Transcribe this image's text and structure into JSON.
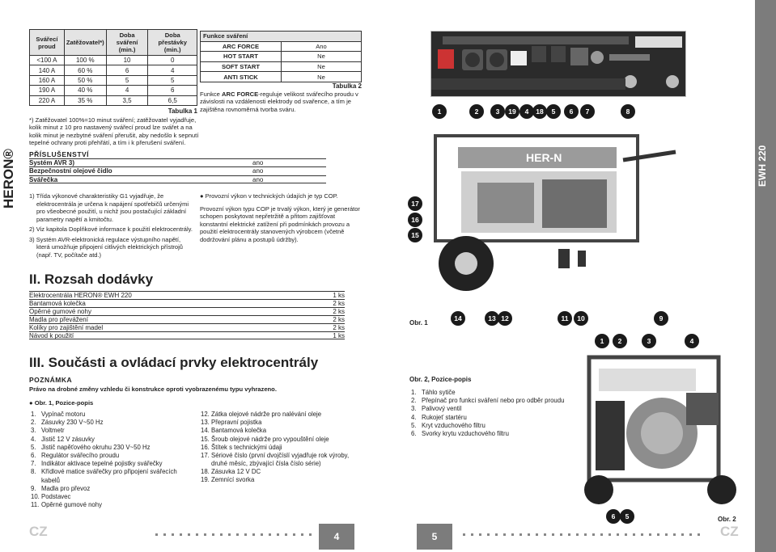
{
  "brand": "HERON®",
  "model": "EWH 220",
  "weld_table": {
    "headers": [
      "Svářecí proud",
      "Zatěžovatel*)",
      "Doba sváření (min.)",
      "Doba přestávky (min.)"
    ],
    "rows": [
      [
        "<100 A",
        "100 %",
        "10",
        "0"
      ],
      [
        "140 A",
        "60 %",
        "6",
        "4"
      ],
      [
        "160 A",
        "50 %",
        "5",
        "5"
      ],
      [
        "190 A",
        "40 %",
        "4",
        "6"
      ],
      [
        "220 A",
        "35 %",
        "3,5",
        "6,5"
      ]
    ],
    "caption": "Tabulka 1",
    "note": "*) Zatěžovatel 100%=10 minut sváření; zatěžovatel vyjadřuje, kolik minut z 10 pro nastavený svářecí proud lze svářet a na kolik minut je nezbytné sváření přerušit, aby nedošlo k sepnutí tepelné ochrany proti přehřátí, a tím i k přerušení sváření."
  },
  "func_table": {
    "header": "Funkce sváření",
    "rows": [
      [
        "ARC FORCE",
        "Ano"
      ],
      [
        "HOT START",
        "Ne"
      ],
      [
        "SOFT START",
        "Ne"
      ],
      [
        "ANTI STICK",
        "Ne"
      ]
    ],
    "caption": "Tabulka 2",
    "note_prefix": "Funkce ",
    "note_bold": "ARC FORCE",
    "note_rest": "-reguluje velikost svářecího proudu v závislosti na vzdálenosti elektrody od svařence, a tím je zajištěna rovnoměrná tvorba sváru."
  },
  "accessories": {
    "title": "PŘÍSLUŠENSTVÍ",
    "rows": [
      [
        "Systém AVR 3)",
        "ano"
      ],
      [
        "Bezpečnostní olejové čidlo",
        "ano"
      ],
      [
        "Svářečka",
        "ano"
      ]
    ]
  },
  "footnotes": [
    "1) Třída výkonové charakteristiky G1 vyjadřuje, že elektrocentrála je určena k napájení spotřebičů určenými pro všeobecné použití, u nichž jsou postačující základní parametry napětí a kmitočtu.",
    "2) Viz kapitola Doplňkové informace k použití elektrocentrály.",
    "3) Systém AVR-elektronická regulace výstupního napětí, která umožňuje připojení citlivých elektrických přístrojů (např. TV, počítače atd.)"
  ],
  "cop": {
    "bullet": "Provozní výkon v technických údajích je typ COP.",
    "text": "Provozní výkon typu COP je trvalý výkon, který je generátor schopen poskytovat nepřetržitě a přitom zajišťovat konstantní elektrické zatížení při podmínkách provozu a použití elektrocentrály stanovených výrobcem (včetně dodržování plánu a postupů údržby)."
  },
  "section2": {
    "title": "II. Rozsah dodávky",
    "rows": [
      [
        "Elektrocentrála HERON® EWH 220",
        "1 ks"
      ],
      [
        "Bantamová kolečka",
        "2 ks"
      ],
      [
        "Opěrné gumové nohy",
        "2 ks"
      ],
      [
        "Madla pro převážení",
        "2 ks"
      ],
      [
        "Kolíky pro zajištění madel",
        "2 ks"
      ],
      [
        "Návod k použití",
        "1 ks"
      ]
    ]
  },
  "section3": {
    "title": "III. Součásti a ovládací prvky elektrocentrály",
    "note_head": "POZNÁMKA",
    "note_text": "Právo na drobné změny vzhledu či konstrukce oproti vyobrazenému typu vyhrazeno.",
    "obr1_head": "Obr. 1, Pozice-popis",
    "list_left": [
      [
        "1.",
        "Vypínač motoru"
      ],
      [
        "2.",
        "Zásuvky 230 V~50 Hz"
      ],
      [
        "3.",
        "Voltmetr"
      ],
      [
        "4.",
        "Jistič 12 V zásuvky"
      ],
      [
        "5.",
        "Jistič napěťového okruhu 230 V~50 Hz"
      ],
      [
        "6.",
        "Regulátor svářecího proudu"
      ],
      [
        "7.",
        "Indikátor aktivace tepelné pojistky svářečky"
      ],
      [
        "8.",
        "Křídlové matice svářečky pro připojení svářecích kabelů"
      ],
      [
        "9.",
        "Madla pro převoz"
      ],
      [
        "10.",
        "Podstavec"
      ],
      [
        "11.",
        "Opěrné gumové nohy"
      ]
    ],
    "list_right": [
      [
        "12.",
        "Zátka olejové nádrže pro nalévání oleje"
      ],
      [
        "13.",
        "Přepravní pojistka"
      ],
      [
        "14.",
        "Bantamová kolečka"
      ],
      [
        "15.",
        "Šroub olejové nádrže pro vypouštění oleje"
      ],
      [
        "16.",
        "Štítek s technickými údaji"
      ],
      [
        "17.",
        "Sériové číslo (první dvojčíslí vyjadřuje rok výroby, druhé měsíc, zbývající čísla číslo série)"
      ],
      [
        "18.",
        "Zásuvka 12 V DC"
      ],
      [
        "19.",
        "Zemnící svorka"
      ]
    ]
  },
  "obr2": {
    "head": "Obr. 2, Pozice-popis",
    "items": [
      [
        "1.",
        "Táhlo sytiče"
      ],
      [
        "2.",
        "Přepínač pro funkci sváření nebo pro odběr proudu"
      ],
      [
        "3.",
        "Palivový ventil"
      ],
      [
        "4.",
        "Rukojeť startéru"
      ],
      [
        "5.",
        "Kryt vzduchového filtru"
      ],
      [
        "6.",
        "Svorky krytu vzduchového filtru"
      ]
    ]
  },
  "figure_labels": {
    "obr1": "Obr. 1",
    "obr2": "Obr. 2",
    "panel_badges": [
      "1",
      "2",
      "3",
      "19",
      "4",
      "18",
      "5",
      "6",
      "7",
      "8"
    ],
    "side_badges": [
      "17",
      "16",
      "15"
    ],
    "bottom_badges": [
      "14",
      "13",
      "12",
      "11",
      "10",
      "9"
    ],
    "obr2_top_badges": [
      "1",
      "2",
      "3",
      "4"
    ],
    "obr2_bottom_badges": [
      "6",
      "5"
    ]
  },
  "footer": {
    "lang": "CZ",
    "page_left": "4",
    "page_right": "5"
  }
}
